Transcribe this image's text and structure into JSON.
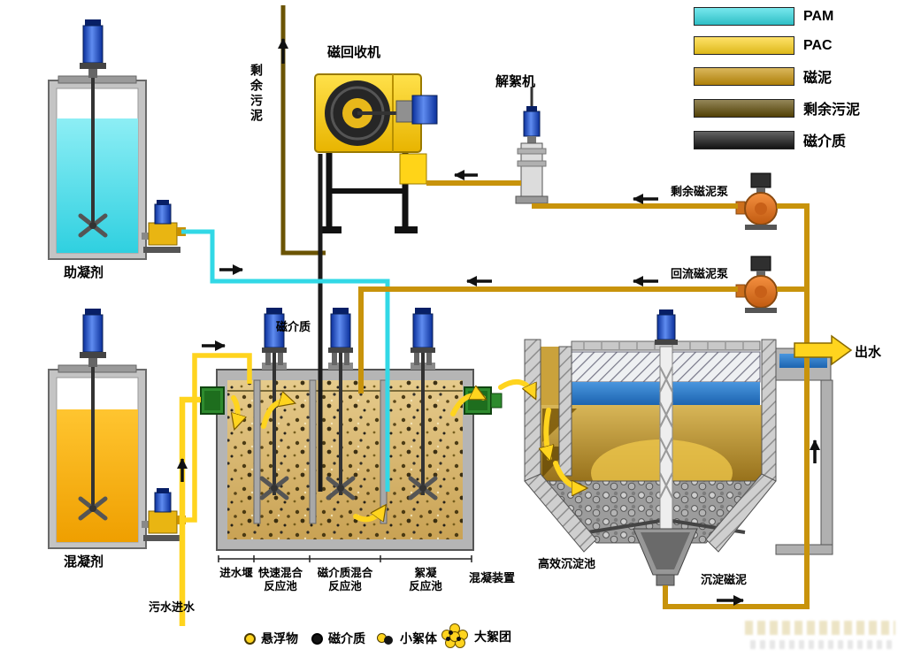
{
  "legend": {
    "items": [
      {
        "label": "PAM",
        "color": "#35dce4"
      },
      {
        "label": "PAC",
        "color": "#ffd41e"
      },
      {
        "label": "磁泥",
        "color": "#c8930b"
      },
      {
        "label": "剩余污泥",
        "color": "#5e4a06"
      },
      {
        "label": "磁介质",
        "color": "#161616"
      }
    ]
  },
  "equipment": {
    "magnetic_recovery": "磁回收机",
    "deflocculator": "解絮机",
    "excess_mud_pump": "剩余磁泥泵",
    "return_mud_pump": "回流磁泥泵",
    "coagulant_aid_tank": "助凝剂",
    "coagulant_tank": "混凝剂",
    "coagulation_device": "混凝装置",
    "sedimentation_tank": "高效沉淀池"
  },
  "streams": {
    "excess_sludge": "剩余污泥",
    "magnetic_media": "磁介质",
    "inflow": "污水进水",
    "outflow": "出水",
    "settled_mud": "沉淀磁泥"
  },
  "sections": [
    {
      "line1": "进水堰",
      "line2": ""
    },
    {
      "line1": "快速混合",
      "line2": "反应池"
    },
    {
      "line1": "磁介质混合",
      "line2": "反应池"
    },
    {
      "line1": "絮凝",
      "line2": "反应池"
    }
  ],
  "particle_legend": [
    {
      "label": "悬浮物"
    },
    {
      "label": "磁介质"
    },
    {
      "label": "小絮体"
    },
    {
      "label": "大絮团"
    }
  ]
}
